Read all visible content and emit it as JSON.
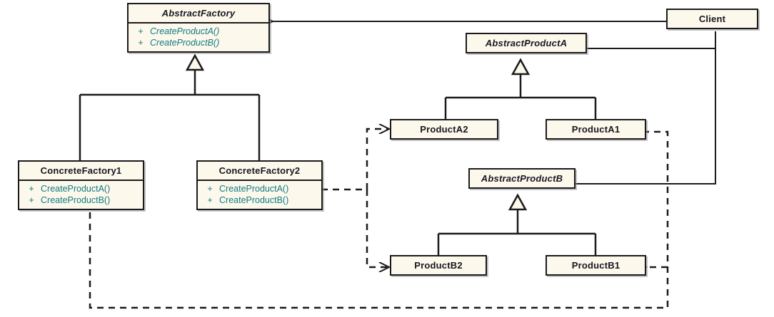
{
  "diagram": {
    "title": "Abstract Factory pattern UML class diagram",
    "type": "uml-class-diagram",
    "colors": {
      "box_fill": "#fdf8ec",
      "box_border": "#1b1b1b",
      "class_name_text": "#17171f",
      "operation_text": "#127a82",
      "line": "#1b1b1b",
      "background": "#ffffff"
    }
  },
  "classes": {
    "abstract_factory": {
      "name": "AbstractFactory",
      "stereotype": "abstract",
      "operations": [
        {
          "visibility": "+",
          "name": "CreateProductA()",
          "abstract": true
        },
        {
          "visibility": "+",
          "name": "CreateProductB()",
          "abstract": true
        }
      ]
    },
    "concrete_factory_1": {
      "name": "ConcreteFactory1",
      "stereotype": "concrete",
      "operations": [
        {
          "visibility": "+",
          "name": "CreateProductA()",
          "abstract": false
        },
        {
          "visibility": "+",
          "name": "CreateProductB()",
          "abstract": false
        }
      ]
    },
    "concrete_factory_2": {
      "name": "ConcreteFactory2",
      "stereotype": "concrete",
      "operations": [
        {
          "visibility": "+",
          "name": "CreateProductA()",
          "abstract": false
        },
        {
          "visibility": "+",
          "name": "CreateProductB()",
          "abstract": false
        }
      ]
    },
    "abstract_product_a": {
      "name": "AbstractProductA",
      "stereotype": "abstract",
      "operations": []
    },
    "abstract_product_b": {
      "name": "AbstractProductB",
      "stereotype": "abstract",
      "operations": []
    },
    "product_a1": {
      "name": "ProductA1",
      "stereotype": "concrete",
      "operations": []
    },
    "product_a2": {
      "name": "ProductA2",
      "stereotype": "concrete",
      "operations": []
    },
    "product_b1": {
      "name": "ProductB1",
      "stereotype": "concrete",
      "operations": []
    },
    "product_b2": {
      "name": "ProductB2",
      "stereotype": "concrete",
      "operations": []
    },
    "client": {
      "name": "Client",
      "stereotype": "concrete",
      "operations": []
    }
  },
  "relationships": [
    {
      "id": "gen-cf1",
      "kind": "generalization",
      "from": "ConcreteFactory1",
      "to": "AbstractFactory"
    },
    {
      "id": "gen-cf2",
      "kind": "generalization",
      "from": "ConcreteFactory2",
      "to": "AbstractFactory"
    },
    {
      "id": "gen-pa1",
      "kind": "generalization",
      "from": "ProductA1",
      "to": "AbstractProductA"
    },
    {
      "id": "gen-pa2",
      "kind": "generalization",
      "from": "ProductA2",
      "to": "AbstractProductA"
    },
    {
      "id": "gen-pb1",
      "kind": "generalization",
      "from": "ProductB1",
      "to": "AbstractProductB"
    },
    {
      "id": "gen-pb2",
      "kind": "generalization",
      "from": "ProductB2",
      "to": "AbstractProductB"
    },
    {
      "id": "assoc-client-af",
      "kind": "association",
      "from": "Client",
      "to": "AbstractFactory"
    },
    {
      "id": "assoc-client-apa",
      "kind": "association",
      "from": "Client",
      "to": "AbstractProductA"
    },
    {
      "id": "assoc-client-apb",
      "kind": "association",
      "from": "Client",
      "to": "AbstractProductB"
    },
    {
      "id": "dep-cf2-pa2",
      "kind": "dependency",
      "from": "ConcreteFactory2",
      "to": "ProductA2"
    },
    {
      "id": "dep-cf2-pb2",
      "kind": "dependency",
      "from": "ConcreteFactory2",
      "to": "ProductB2"
    },
    {
      "id": "dep-cf1-pa1",
      "kind": "dependency",
      "from": "ConcreteFactory1",
      "to": "ProductA1"
    },
    {
      "id": "dep-cf1-pb1",
      "kind": "dependency",
      "from": "ConcreteFactory1",
      "to": "ProductB1"
    }
  ]
}
